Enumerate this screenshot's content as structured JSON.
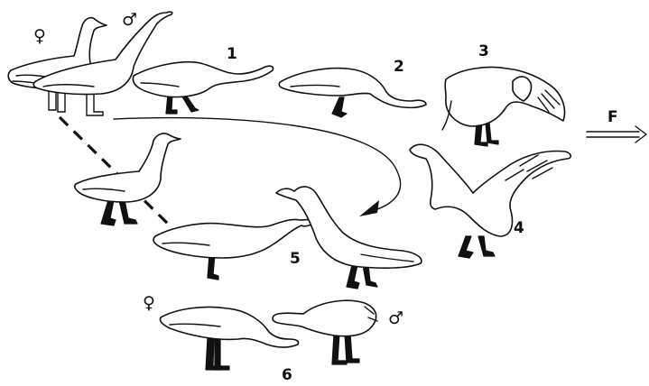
{
  "labels": {
    "female_top": "♀",
    "male_top": "♂",
    "stage1": "1",
    "stage2": "2",
    "stage3": "3",
    "stage4": "4",
    "stage5": "5",
    "stage6": "6",
    "female_bottom": "♀",
    "male_bottom": "♂",
    "arrow_letter": "F"
  },
  "colors": {
    "ink": "#111111",
    "background": "#ffffff"
  }
}
